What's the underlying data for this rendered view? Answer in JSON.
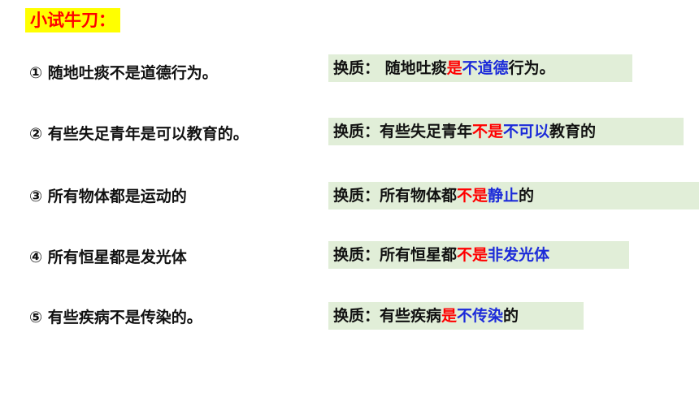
{
  "title": "小试牛刀：",
  "items": [
    {
      "question": "① 随地吐痰不是道德行为。",
      "answer": [
        {
          "text": "换质： 随地吐痰",
          "color": "default"
        },
        {
          "text": "是",
          "color": "red"
        },
        {
          "text": "不道德",
          "color": "blue"
        },
        {
          "text": "行为。",
          "color": "default"
        }
      ]
    },
    {
      "question": "② 有些失足青年是可以教育的。",
      "answer": [
        {
          "text": "换质：有些失足青年",
          "color": "default"
        },
        {
          "text": "不是",
          "color": "red"
        },
        {
          "text": "不可以",
          "color": "blue"
        },
        {
          "text": "教育的",
          "color": "default"
        }
      ]
    },
    {
      "question": "③ 所有物体都是运动的",
      "answer": [
        {
          "text": "换质：所有物体都",
          "color": "default"
        },
        {
          "text": "不是",
          "color": "red"
        },
        {
          "text": "静止",
          "color": "blue"
        },
        {
          "text": "的",
          "color": "default"
        }
      ]
    },
    {
      "question": "④ 所有恒星都是发光体",
      "answer": [
        {
          "text": "换质：所有恒星都",
          "color": "default"
        },
        {
          "text": "不是",
          "color": "red"
        },
        {
          "text": "非发光体",
          "color": "blue"
        }
      ]
    },
    {
      "question": "⑤ 有些疾病不是传染的。",
      "answer": [
        {
          "text": "换质：有些疾病",
          "color": "default"
        },
        {
          "text": "是",
          "color": "red"
        },
        {
          "text": "不传染",
          "color": "blue"
        },
        {
          "text": "的",
          "color": "default"
        }
      ]
    }
  ],
  "colors": {
    "highlight_red": "#ff0000",
    "highlight_blue": "#1c2bd9",
    "title_bg": "#ffff00",
    "answer_bg": "#e1eed8"
  }
}
